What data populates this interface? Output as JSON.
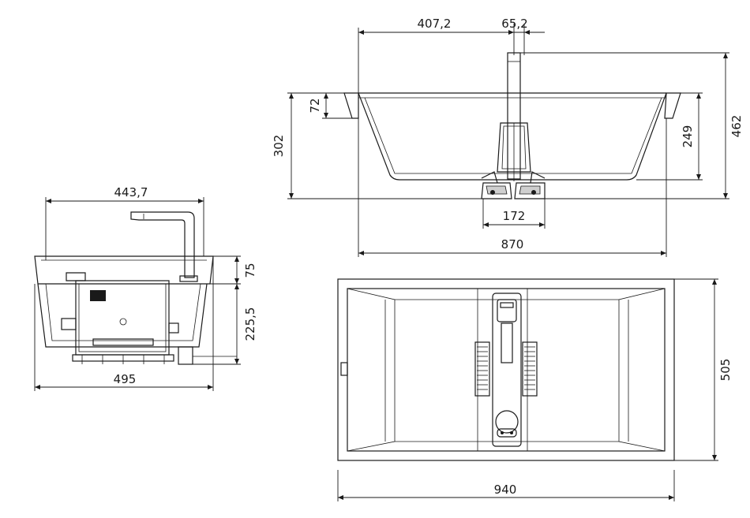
{
  "dimensions": {
    "side_faucet_width": "443,7",
    "side_total_width": "495",
    "side_rim_height": "75",
    "side_body_height": "225,5",
    "front_half_width": "407,2",
    "front_faucet_offset": "65,2",
    "front_rim_depth": "72",
    "front_total_height": "302",
    "front_inner_depth": "249",
    "front_overall_height": "462",
    "front_drain_width": "172",
    "front_width": "870",
    "top_depth": "505",
    "top_length": "940"
  },
  "colors": {
    "line": "#1a1a1a",
    "background": "#ffffff",
    "fill_grey": "#cfcfcf"
  }
}
